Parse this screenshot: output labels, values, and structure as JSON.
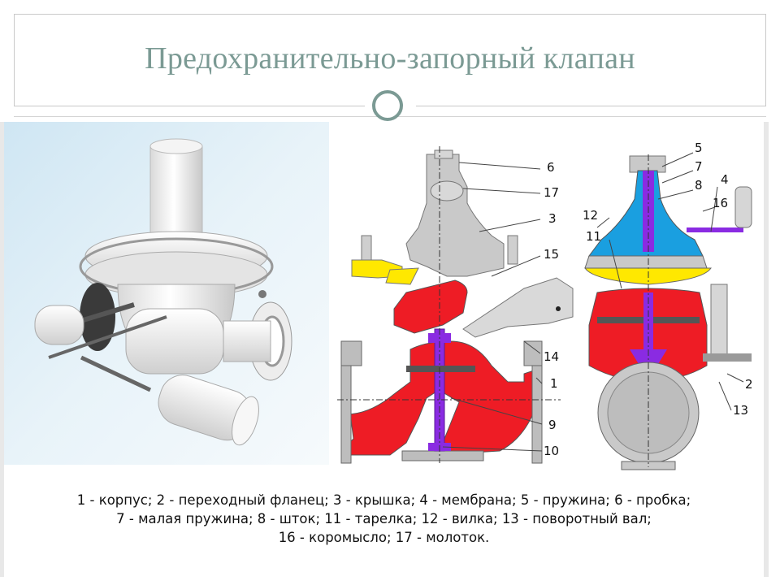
{
  "title": "Предохранительно-запорный клапан",
  "callouts": {
    "n6": "6",
    "n17": "17",
    "n3": "3",
    "n15": "15",
    "n14": "14",
    "n1": "1",
    "n9": "9",
    "n10": "10",
    "n5": "5",
    "n7": "7",
    "n8": "8",
    "n4": "4",
    "n16": "16",
    "n12": "12",
    "n11": "11",
    "n2": "2",
    "n13": "13"
  },
  "legend": {
    "line1": "1 - корпус; 2 - переходный фланец; 3 - крышка; 4 - мембрана; 5 - пружина; 6 - пробка;",
    "line2": "7 - малая пружина; 8 - шток; 11 - тарелка; 12 - вилка; 13 - поворотный вал;",
    "line3": "16 - коромысло; 17 - молоток."
  },
  "colors": {
    "title": "#7b9a94",
    "gas": "#ee1c25",
    "membrane": "#ffe800",
    "spring_zone": "#1a9fe0",
    "stem": "#8a2be2",
    "body": "#bdbdbd"
  }
}
